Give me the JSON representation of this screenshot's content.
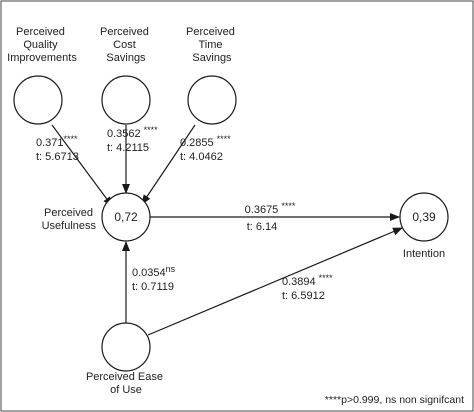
{
  "constructs": {
    "quality": {
      "label_lines": [
        "Perceived",
        "Quality",
        "Improvements"
      ],
      "r2": ""
    },
    "cost": {
      "label_lines": [
        "Perceived",
        "Cost",
        "Savings"
      ],
      "r2": ""
    },
    "time": {
      "label_lines": [
        "Perceived",
        "Time",
        "Savings"
      ],
      "r2": ""
    },
    "usefulness": {
      "label_lines": [
        "Perceived",
        "Usefulness"
      ],
      "r2": "0,72"
    },
    "ease": {
      "label_lines": [
        "Perceived Ease",
        "of Use"
      ],
      "r2": ""
    },
    "intention": {
      "label_lines": [
        "Intention"
      ],
      "r2": "0,39"
    }
  },
  "paths": {
    "quality_usefulness": {
      "coef": "0.371",
      "sig": "****",
      "t": "t: 5.6713"
    },
    "cost_usefulness": {
      "coef": "0.3562",
      "sig": "****",
      "t": "t: 4.2115"
    },
    "time_usefulness": {
      "coef": "0.2855",
      "sig": "****",
      "t": "t: 4.0462"
    },
    "usefulness_intention": {
      "coef": "0.3675",
      "sig": "****",
      "t": "t: 6.14"
    },
    "ease_usefulness": {
      "coef": "0.0354",
      "sig": "ns",
      "t": "t: 0.7119"
    },
    "ease_intention": {
      "coef": "0.3894",
      "sig": "****",
      "t": "t: 6.5912"
    }
  },
  "footnote": "****p>0.999, ns non signifcant",
  "colors": {
    "line": "#1a1a1a",
    "text": "#222222",
    "background": "#ffffff"
  }
}
